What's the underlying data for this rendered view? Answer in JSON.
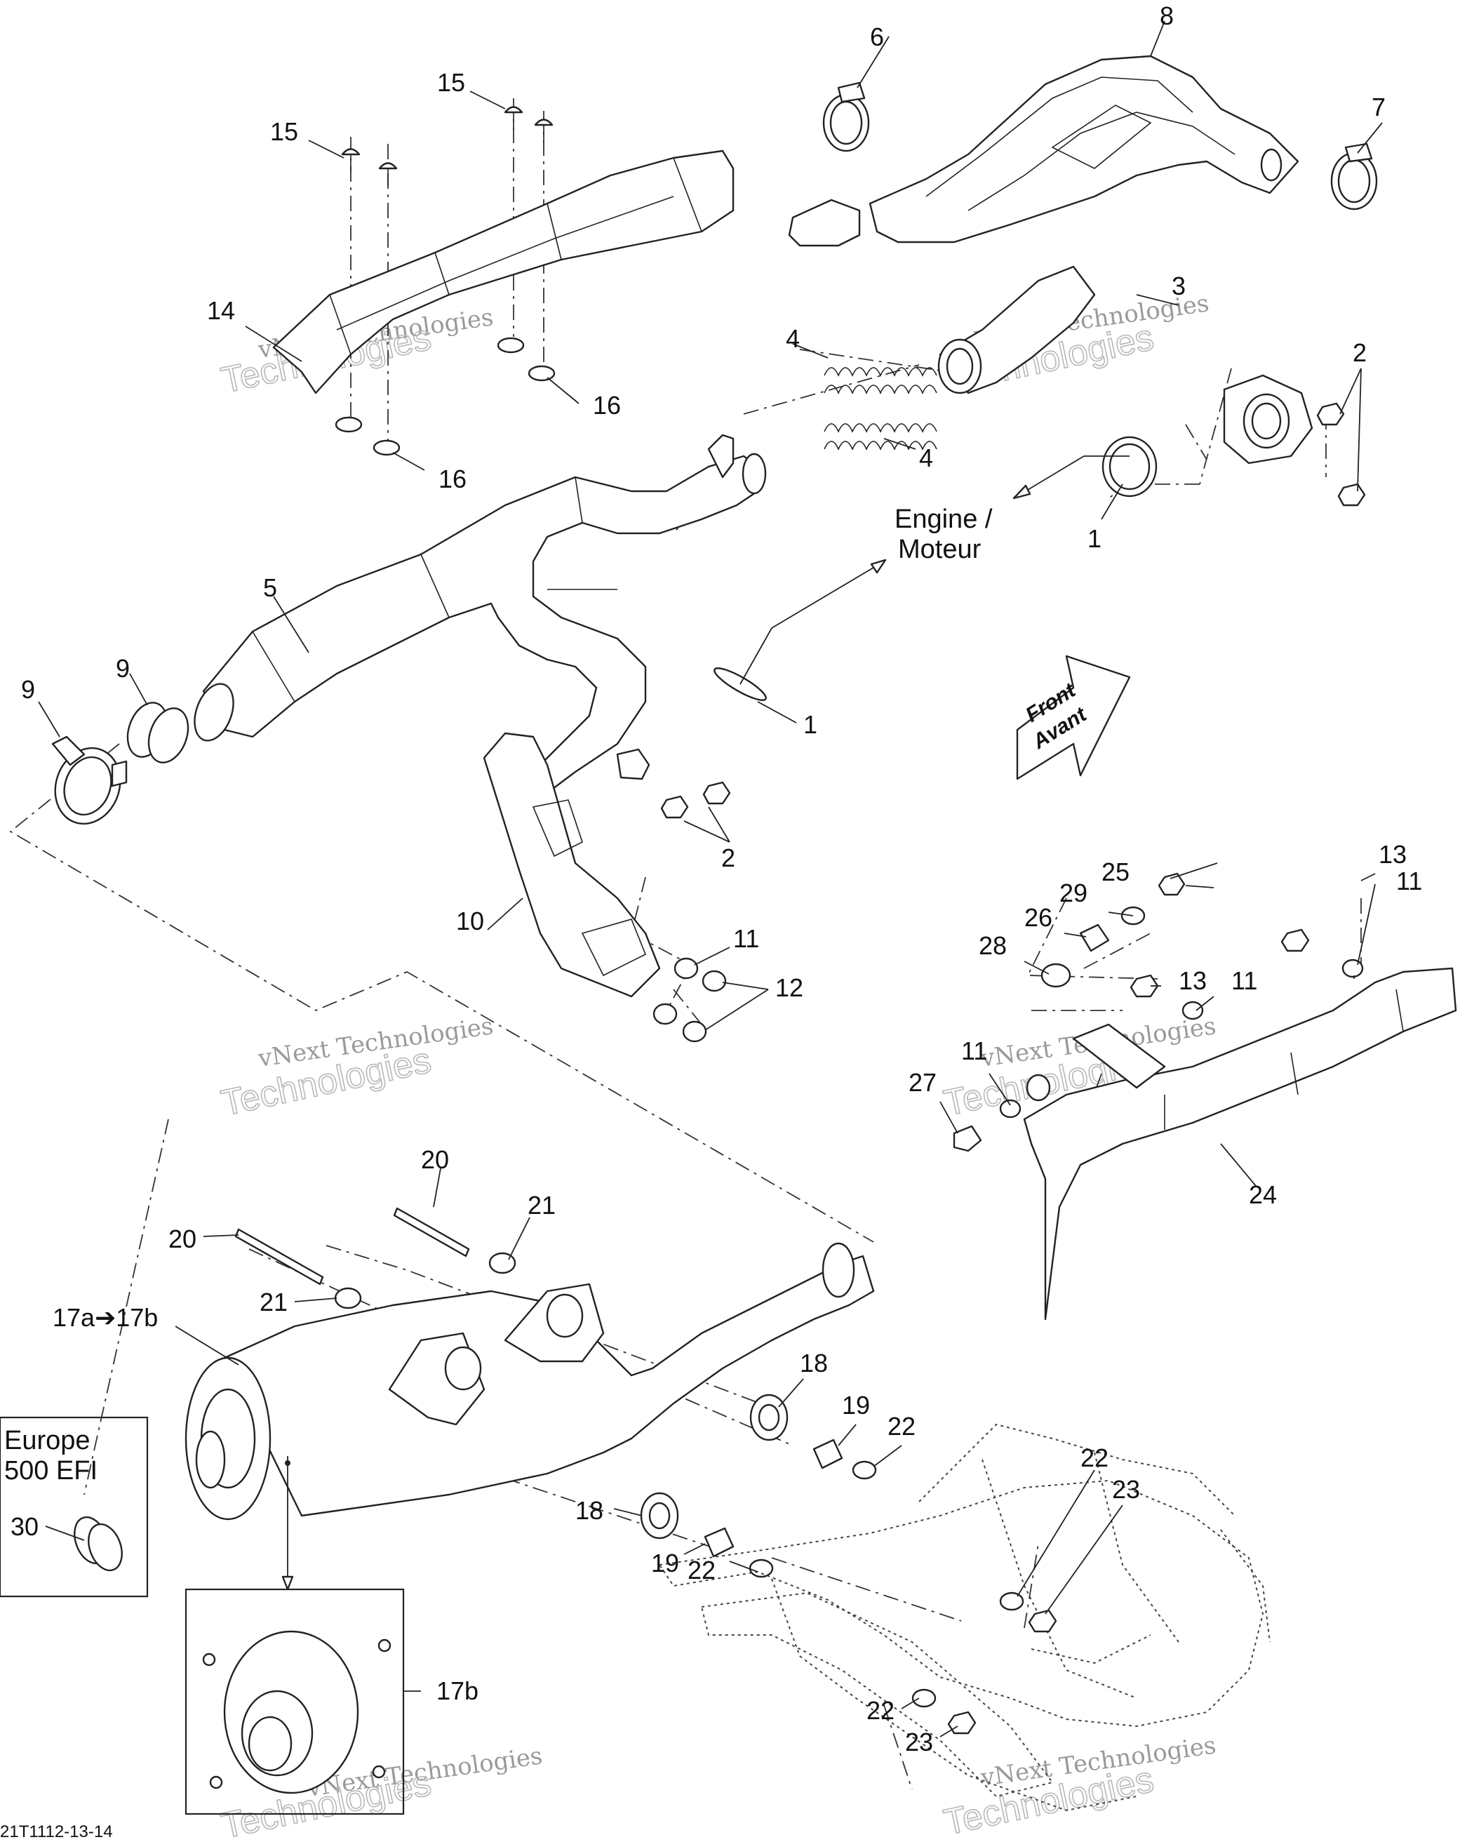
{
  "labels": {
    "engine_line1": "Engine /",
    "engine_line2": "Moteur",
    "front_line1": "Front",
    "front_line2": "Avant",
    "europe_line1": "Europe",
    "europe_line2": "500 EFI",
    "diagram_ref": "21T1112-13-14"
  },
  "watermark": {
    "line1": "vNext Technologies",
    "line2": "Technologies"
  },
  "callouts": [
    {
      "id": "c1a",
      "text": "1"
    },
    {
      "id": "c1b",
      "text": "1"
    },
    {
      "id": "c2a",
      "text": "2"
    },
    {
      "id": "c2b",
      "text": "2"
    },
    {
      "id": "c3",
      "text": "3"
    },
    {
      "id": "c4a",
      "text": "4"
    },
    {
      "id": "c4b",
      "text": "4"
    },
    {
      "id": "c5",
      "text": "5"
    },
    {
      "id": "c6",
      "text": "6"
    },
    {
      "id": "c7",
      "text": "7"
    },
    {
      "id": "c8",
      "text": "8"
    },
    {
      "id": "c9a",
      "text": "9"
    },
    {
      "id": "c9b",
      "text": "9"
    },
    {
      "id": "c10",
      "text": "10"
    },
    {
      "id": "c11a",
      "text": "11"
    },
    {
      "id": "c11b",
      "text": "11"
    },
    {
      "id": "c11c",
      "text": "11"
    },
    {
      "id": "c11d",
      "text": "11"
    },
    {
      "id": "c12",
      "text": "12"
    },
    {
      "id": "c13a",
      "text": "13"
    },
    {
      "id": "c13b",
      "text": "13"
    },
    {
      "id": "c14",
      "text": "14"
    },
    {
      "id": "c15a",
      "text": "15"
    },
    {
      "id": "c15b",
      "text": "15"
    },
    {
      "id": "c16a",
      "text": "16"
    },
    {
      "id": "c16b",
      "text": "16"
    },
    {
      "id": "c17",
      "text": "17a➔17b"
    },
    {
      "id": "c17b",
      "text": "17b"
    },
    {
      "id": "c18a",
      "text": "18"
    },
    {
      "id": "c18b",
      "text": "18"
    },
    {
      "id": "c19a",
      "text": "19"
    },
    {
      "id": "c19b",
      "text": "19"
    },
    {
      "id": "c20a",
      "text": "20"
    },
    {
      "id": "c20b",
      "text": "20"
    },
    {
      "id": "c21a",
      "text": "21"
    },
    {
      "id": "c21b",
      "text": "21"
    },
    {
      "id": "c22a",
      "text": "22"
    },
    {
      "id": "c22b",
      "text": "22"
    },
    {
      "id": "c22c",
      "text": "22"
    },
    {
      "id": "c22d",
      "text": "22"
    },
    {
      "id": "c23a",
      "text": "23"
    },
    {
      "id": "c23b",
      "text": "23"
    },
    {
      "id": "c24",
      "text": "24"
    },
    {
      "id": "c25",
      "text": "25"
    },
    {
      "id": "c26",
      "text": "26"
    },
    {
      "id": "c27",
      "text": "27"
    },
    {
      "id": "c28",
      "text": "28"
    },
    {
      "id": "c29",
      "text": "29"
    },
    {
      "id": "c30",
      "text": "30"
    }
  ]
}
